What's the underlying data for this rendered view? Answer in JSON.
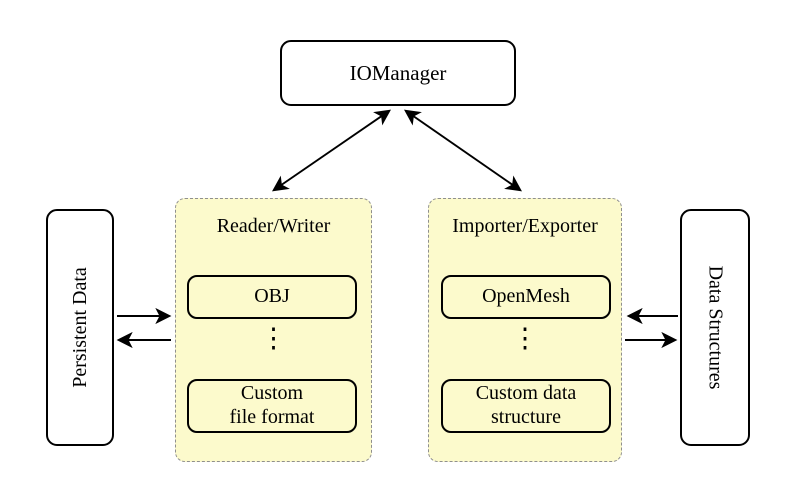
{
  "diagram": {
    "io_manager": {
      "label": "IOManager"
    },
    "left_panel": {
      "label": "Persistent Data"
    },
    "right_panel": {
      "label": "Data Structures"
    },
    "reader_writer_group": {
      "title": "Reader/Writer",
      "ellipsis": "⋮",
      "items": [
        {
          "label": "OBJ"
        },
        {
          "label": "Custom\nfile format"
        }
      ]
    },
    "importer_exporter_group": {
      "title": "Importer/Exporter",
      "ellipsis": "⋮",
      "items": [
        {
          "label": "OpenMesh"
        },
        {
          "label": "Custom data\nstructure"
        }
      ]
    },
    "colors": {
      "group_fill": "#fcfacc",
      "group_border": "#8f8f8f",
      "box_border": "#000000",
      "arrow": "#000000",
      "background": "#ffffff"
    }
  }
}
